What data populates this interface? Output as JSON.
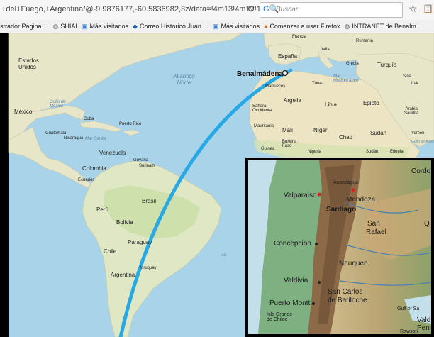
{
  "browser": {
    "url": "+del+Fuego,+Argentina/@-9.9876177,-60.5836982,3z/data=!4m13!4m12!1",
    "search_placeholder": "Buscar",
    "bookmarks": [
      {
        "label": "strador Pagina ...",
        "icon": ""
      },
      {
        "label": "SHIAI",
        "icon": "globe-icon"
      },
      {
        "label": "Más visitados",
        "icon": "folder-icon"
      },
      {
        "label": "Correo Historico Juan ...",
        "icon": "mail-icon"
      },
      {
        "label": "Más visitados",
        "icon": "folder-icon"
      },
      {
        "label": "Comenzar a usar Firefox",
        "icon": "firefox-icon"
      },
      {
        "label": "INTRANET de Benalm...",
        "icon": "globe-icon"
      }
    ]
  },
  "map": {
    "origin_label": "Benalmádena",
    "route_color": "#29a8e6",
    "labels": {
      "usa": "Estados\nUnidos",
      "mexico": "México",
      "cuba": "Cuba",
      "puerto_rico": "Puerto Rico",
      "guatemala": "Guatemala",
      "nicaragua": "Nicaragua",
      "venezuela": "Venezuela",
      "guyana": "Guyana",
      "surinam": "Surinam",
      "colombia": "Colombia",
      "ecuador": "Ecuador",
      "peru": "Perú",
      "brasil": "Brasil",
      "bolivia": "Bolivia",
      "paraguay": "Paraguay",
      "chile": "Chile",
      "uruguay": "Uruguay",
      "argentina": "Argentina",
      "francia": "Francia",
      "italia": "Italia",
      "rumania": "Rumania",
      "espana": "España",
      "grecia": "Grecia",
      "turquia": "Turquía",
      "siria": "Siria",
      "irak": "Irak",
      "marruecos": "Marruecos",
      "tunez": "Túnez",
      "argelia": "Argelia",
      "libia": "Libia",
      "egipto": "Egipto",
      "arabia": "Arabia\nSaudita",
      "sahara": "Sahara\nOccidental",
      "mauritania": "Mauritania",
      "mali": "Malí",
      "niger": "Níger",
      "chad": "Chad",
      "sudan": "Sudán",
      "yemen": "Yemen",
      "burkina": "Burkina\nFaso",
      "guinea": "Guinea",
      "nigeria": "Nigeria",
      "sudan2": "Sudán",
      "etiopia": "Etiopía",
      "atlantico": "Atlántico\nNorte",
      "golfo_mexico": "Golfo de\nMéxico",
      "mar_caribe": "Mar Caribe",
      "mar_med": "Mar\nMediterráneo",
      "golfo_aden": "Golfo de Aden",
      "atl_s": "Atl"
    }
  },
  "inset": {
    "labels": {
      "cordoba": "Cordo",
      "valparaiso": "Valparaiso",
      "mendoza": "Mendoza",
      "santiago": "Santiago",
      "aconcagua": "Aconcagua",
      "san": "San",
      "rafael": "Rafael",
      "concepcion": "Concepcion",
      "neuquen": "Neuquen",
      "valdivia": "Valdivia",
      "san_carlos": "San Carlos",
      "bariloche": "de Bariloche",
      "puerto_montt": "Puerto Montt",
      "isla_grande": "Isla Grande\nde Chiloe",
      "golf": "Gulf of Sa",
      "vald": "Vald",
      "pen": "Pen",
      "rawson": "Rawson",
      "q": "Q"
    }
  }
}
